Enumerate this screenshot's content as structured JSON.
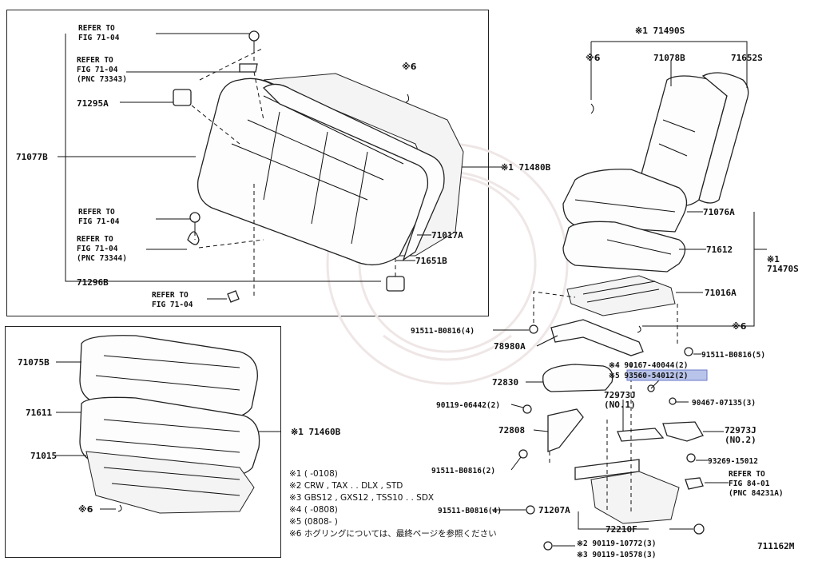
{
  "labels": {
    "refer_fig_7104_top": "REFER TO\nFIG 71-04",
    "refer_fig_7104_pnc73343": "REFER TO\nFIG 71-04\n(PNC 73343)",
    "p_71295A": "71295A",
    "p_71077B": "71077B",
    "refer_fig_7104_mid": "REFER TO\nFIG 71-04",
    "refer_fig_7104_pnc73344": "REFER TO\nFIG 71-04\n(PNC 73344)",
    "p_71296B": "71296B",
    "refer_fig_7104_bottom": "REFER TO\nFIG 71-04",
    "mark6_top": "※6",
    "p_71480B": "※1 71480B",
    "p_71017A": "71017A",
    "p_71651B": "71651B",
    "p_71490S": "※1 71490S",
    "mark6_right": "※6",
    "p_71078B": "71078B",
    "p_71652S": "71652S",
    "p_71076A": "71076A",
    "p_71612": "71612",
    "p_71470S": "※1\n71470S",
    "p_71016A": "71016A",
    "mark6_frame": "※6",
    "p_91511_B0816_4_top": "91511-B0816(4)",
    "p_78980A": "78980A",
    "p_91511_B0816_5": "91511-B0816(5)",
    "p_90167_40044": "※4  90167-40044(2)",
    "p_93560_54012": "※5  93560-54012(2)",
    "p_72830": "72830",
    "p_72973J_no1": "72973J\n(NO.1)",
    "p_90467_07135": "90467-07135(3)",
    "p_90119_06442": "90119-06442(2)",
    "p_72973J_no2": "72973J\n(NO.2)",
    "p_72808": "72808",
    "p_93269_15012": "93269-15012",
    "p_91511_B0816_2": "91511-B0816(2)",
    "refer_fig_8401": "REFER TO\nFIG 84-01\n(PNC 84231A)",
    "p_91511_B0816_4_bot": "91511-B0816(4)",
    "p_71207A": "71207A",
    "p_72210F": "72210F",
    "p_90119_10772": "※2  90119-10772(3)",
    "p_90119_10578": "※3  90119-10578(3)",
    "figure_code": "711162M",
    "p_71075B": "71075B",
    "p_71611": "71611",
    "p_71460B": "※1 71460B",
    "p_71015": "71015",
    "mark6_cushion": "※6"
  },
  "notes": [
    "※1 (     -0108)",
    "※2  CRW , TAX . . DLX , STD",
    "※3  GBS12 , GXS12 , TSS10 . . SDX",
    "※4 (     -0808)",
    "※5 (0808-     )",
    "※6  ホグリングについては、最終ページを参照ください"
  ],
  "highlight": {
    "color": "#b9c4ea",
    "part": "93560-54012(2)"
  }
}
